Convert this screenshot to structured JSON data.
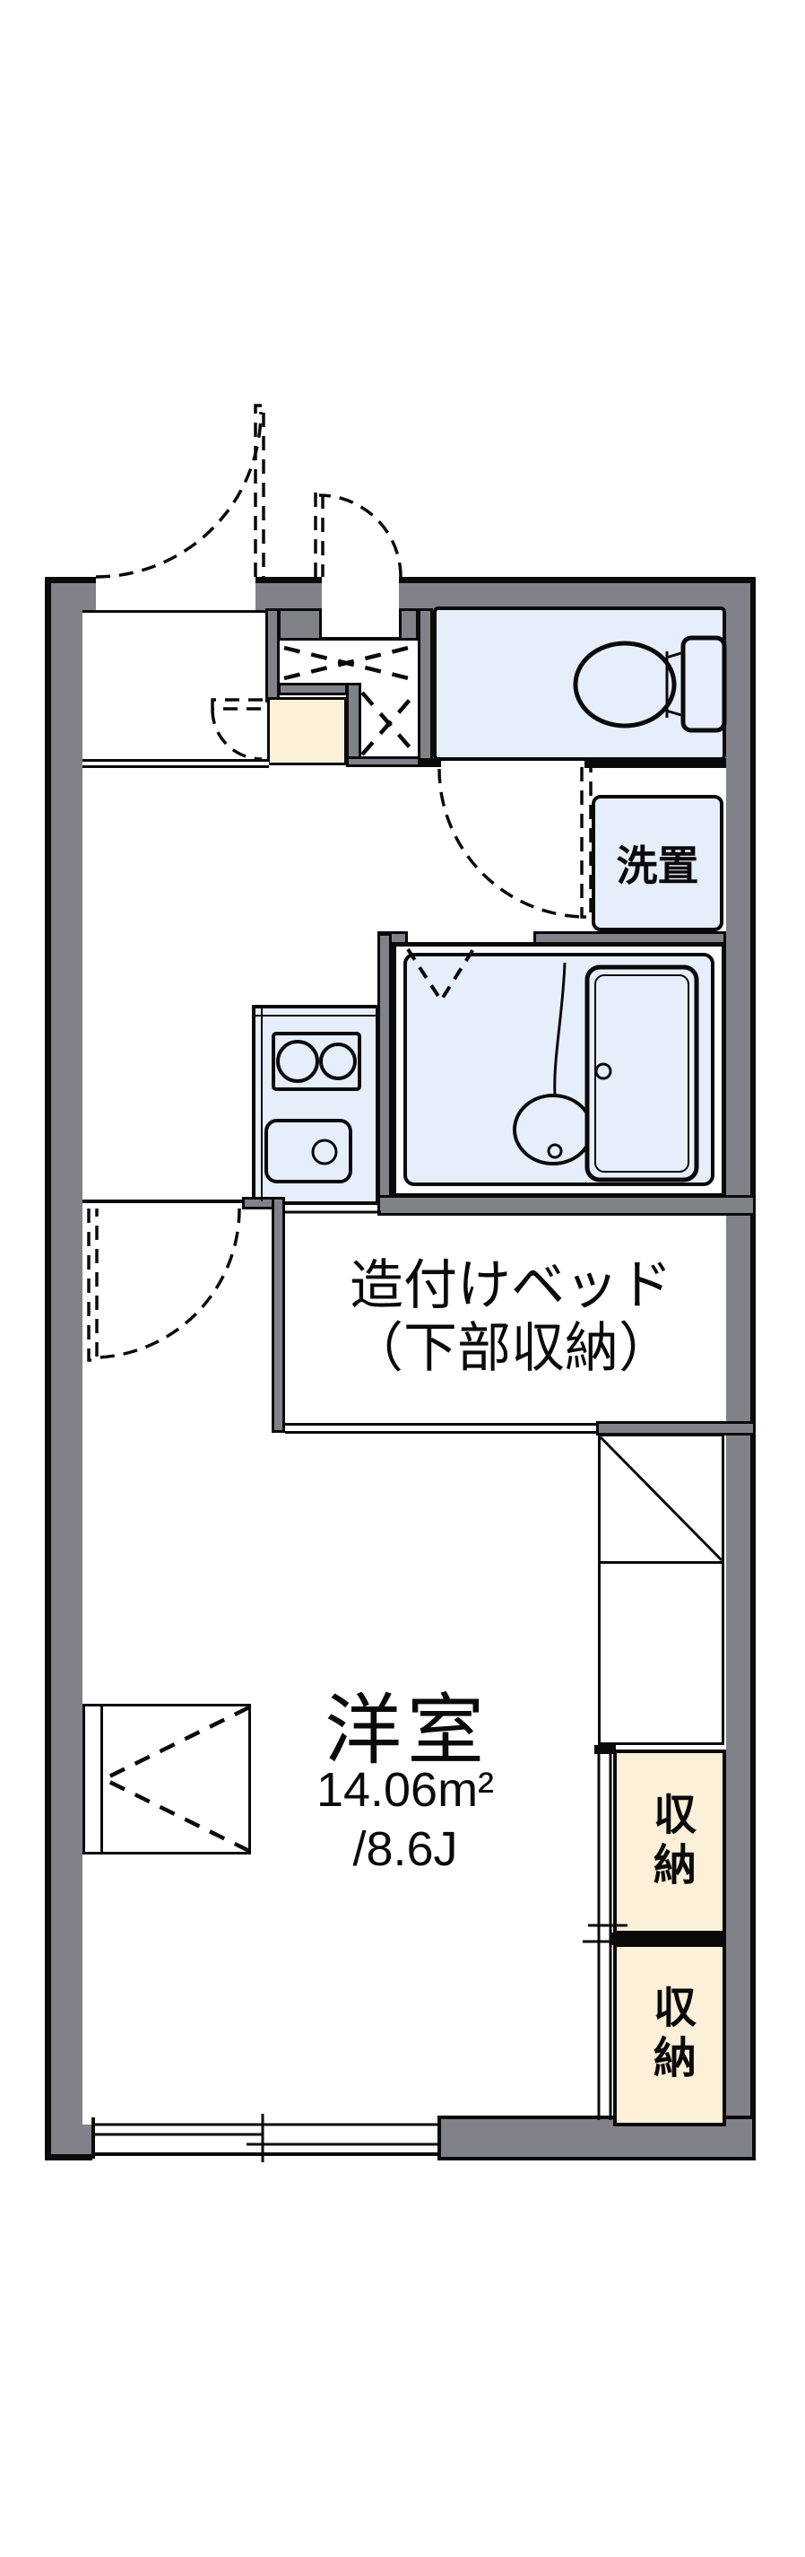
{
  "document": {
    "type": "apartment-floor-plan"
  },
  "colors": {
    "wall": "#81818a",
    "line": "#0a0a0a",
    "water": "#e7eefb",
    "cream": "#fcf0d8",
    "paper": "#ffffff"
  },
  "labels": {
    "main_room": {
      "name": "洋室",
      "area": "14.06m²",
      "tatami": "/8.6J"
    },
    "bed": {
      "line1": "造付けベッド",
      "line2": "（下部収納）"
    },
    "washer": {
      "label": "洗置"
    },
    "storage": [
      {
        "label": "収納"
      },
      {
        "label": "収納"
      }
    ]
  }
}
